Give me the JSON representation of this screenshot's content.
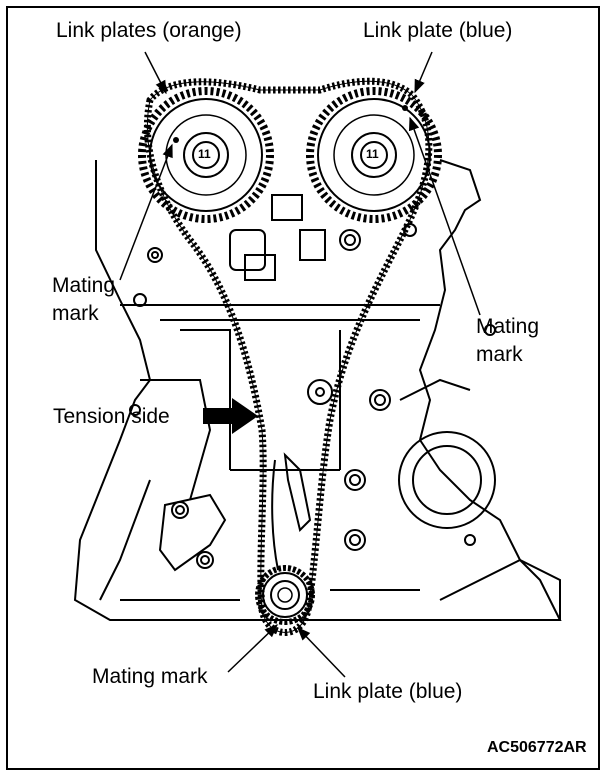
{
  "labels": {
    "link_plates_orange": "Link plates (orange)",
    "link_plate_blue_top": "Link plate (blue)",
    "mating_mark_left_1": "Mating",
    "mating_mark_left_2": "mark",
    "mating_mark_right_1": "Mating",
    "mating_mark_right_2": "mark",
    "tension_side": "Tension side",
    "mating_mark_bottom": "Mating mark",
    "link_plate_blue_bottom": "Link plate (blue)"
  },
  "figure_code": "AC506772AR",
  "sprocket_marks": {
    "left_camshaft": "11",
    "right_camshaft": "11"
  },
  "colors": {
    "ink": "#000000",
    "paper": "#ffffff"
  }
}
